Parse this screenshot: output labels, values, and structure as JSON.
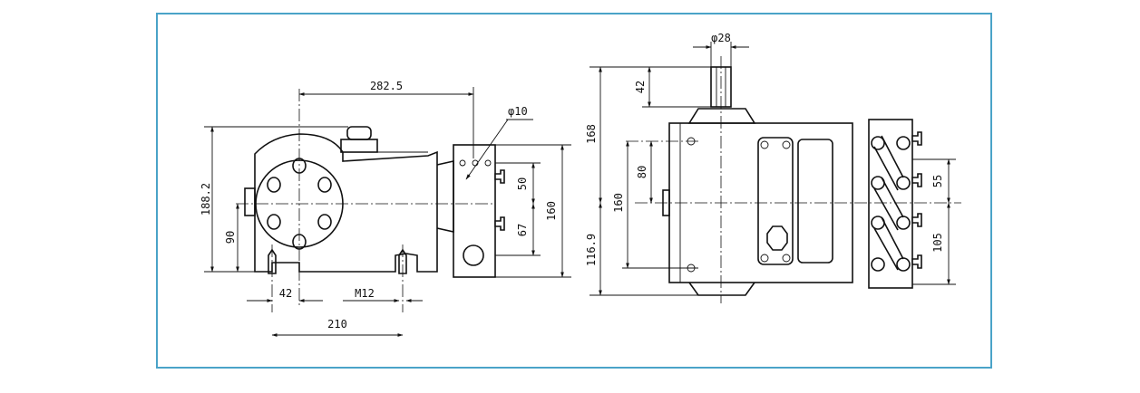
{
  "frame_color": "#4aa3c8",
  "side_view": {
    "dim_282_5": "282.5",
    "dim_phi10": "φ10",
    "dim_188_2": "188.2",
    "dim_90": "90",
    "dim_50": "50",
    "dim_67": "67",
    "dim_160": "160",
    "dim_42": "42",
    "dim_m12": "M12",
    "dim_210": "210"
  },
  "front_view": {
    "dim_phi28": "φ28",
    "dim_42": "42",
    "dim_168": "168",
    "dim_80": "80",
    "dim_160": "160",
    "dim_116_9": "116.9",
    "dim_55": "55",
    "dim_105": "105"
  }
}
